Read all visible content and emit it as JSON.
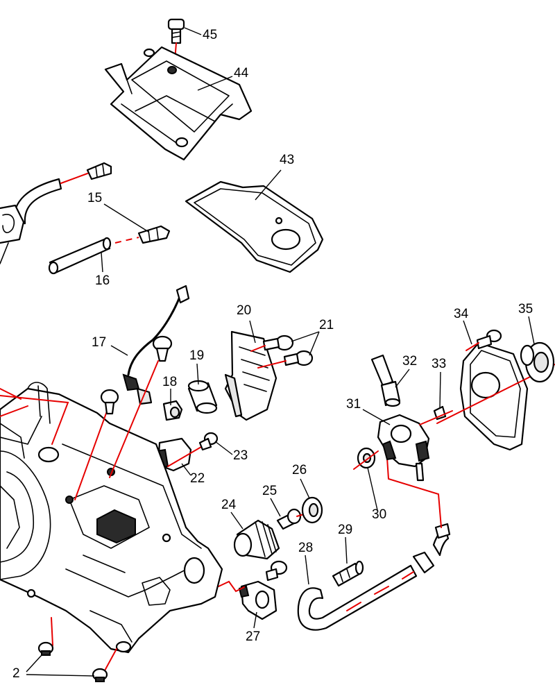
{
  "diagram": {
    "accent_color": "#e60000",
    "callouts": [
      {
        "id": "c45",
        "text": "45"
      },
      {
        "id": "c44",
        "text": "44"
      },
      {
        "id": "c43",
        "text": "43"
      },
      {
        "id": "c15",
        "text": "15"
      },
      {
        "id": "c16",
        "text": "16"
      },
      {
        "id": "c17",
        "text": "17"
      },
      {
        "id": "c18",
        "text": "18"
      },
      {
        "id": "c19",
        "text": "19"
      },
      {
        "id": "c20",
        "text": "20"
      },
      {
        "id": "c21",
        "text": "21"
      },
      {
        "id": "c22",
        "text": "22"
      },
      {
        "id": "c23",
        "text": "23"
      },
      {
        "id": "c24",
        "text": "24"
      },
      {
        "id": "c25",
        "text": "25"
      },
      {
        "id": "c26",
        "text": "26"
      },
      {
        "id": "c27",
        "text": "27"
      },
      {
        "id": "c28",
        "text": "28"
      },
      {
        "id": "c29",
        "text": "29"
      },
      {
        "id": "c30",
        "text": "30"
      },
      {
        "id": "c31",
        "text": "31"
      },
      {
        "id": "c32",
        "text": "32"
      },
      {
        "id": "c33",
        "text": "33"
      },
      {
        "id": "c34",
        "text": "34"
      },
      {
        "id": "c35",
        "text": "35"
      },
      {
        "id": "c2",
        "text": "2"
      }
    ]
  }
}
